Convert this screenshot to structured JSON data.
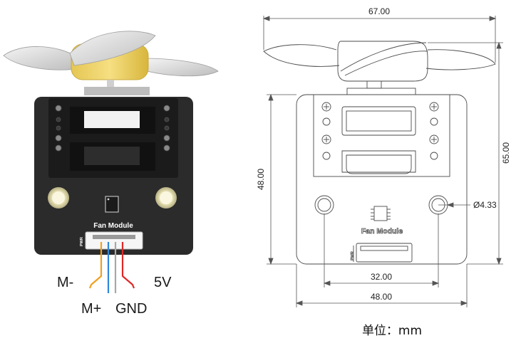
{
  "photo": {
    "board_label": "Fan Module",
    "pin_label": "PWR",
    "wires": {
      "m_minus": "M-",
      "m_plus": "M+",
      "gnd": "GND",
      "v5": "5V"
    },
    "colors": {
      "pcb": "#2b2b2b",
      "motor": "#f1d66a",
      "m_minus_wire": "#f0a020",
      "m_plus_wire": "#2f86d8",
      "gnd_wire": "#aaaaaa",
      "v5_wire": "#e02828"
    }
  },
  "drawing": {
    "board_label": "Fan Module",
    "pin_label": "PWR",
    "dims": {
      "fan_width": "67.00",
      "total_height": "65.00",
      "board_height": "48.00",
      "hole_spacing": "32.00",
      "board_width": "48.00",
      "hole_diameter": "Ø4.33"
    },
    "unit_label": "单位：mm"
  }
}
